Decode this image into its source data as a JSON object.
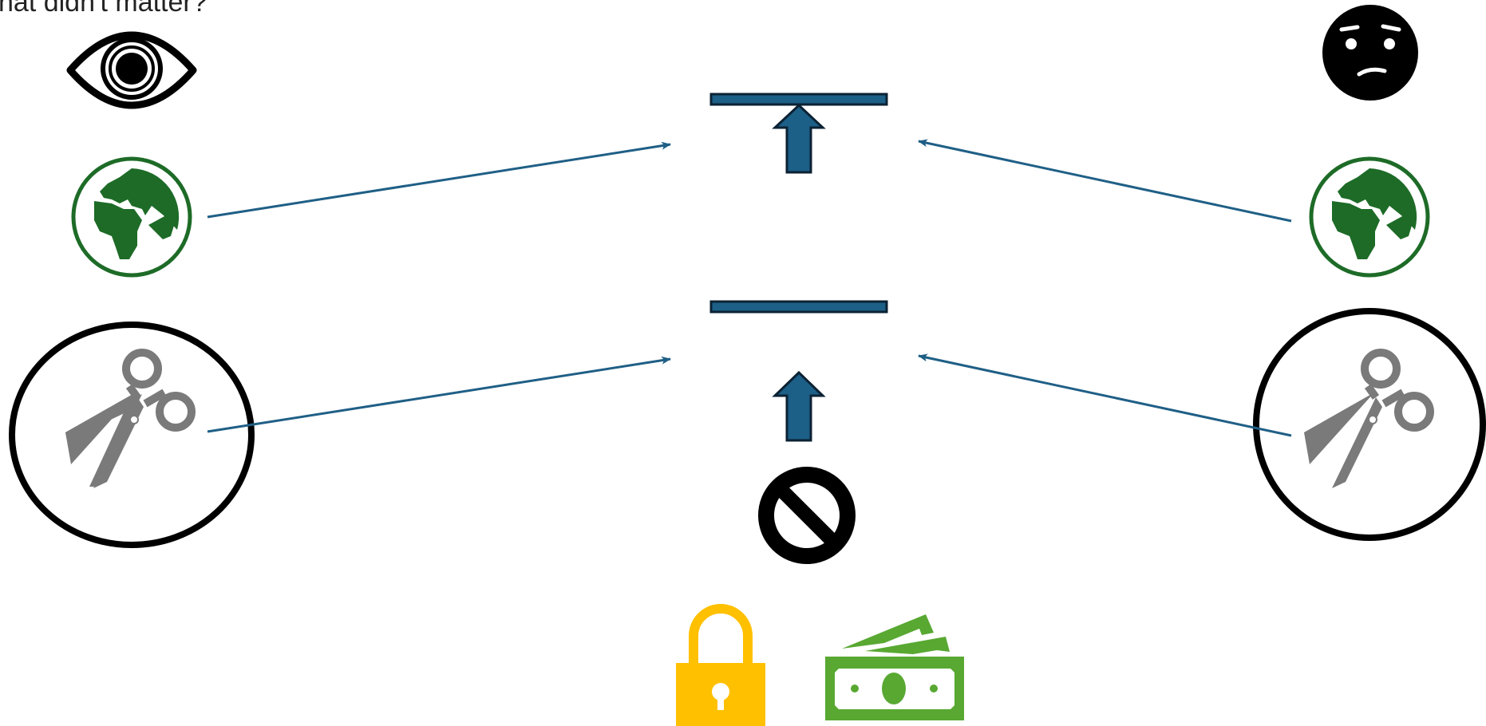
{
  "slide": {
    "title_fragment": "hat didn't matter?"
  },
  "icons": {
    "left_column": [
      "eye-icon",
      "globe-icon",
      "scissors-icon"
    ],
    "right_column": [
      "worried-face-icon",
      "globe-icon",
      "scissors-icon"
    ],
    "center": [
      "barrier-bar",
      "up-arrow",
      "barrier-bar",
      "up-arrow",
      "prohibited-icon"
    ],
    "bottom": [
      "padlock-icon",
      "money-icon"
    ]
  },
  "colors": {
    "arrow_blue": "#1f5f86",
    "bar_fill": "#1c5f87",
    "globe_green": "#1d6b27",
    "money_green": "#58a832",
    "lock_yellow": "#ffc000",
    "scissors_gray": "#7a7a7a"
  }
}
